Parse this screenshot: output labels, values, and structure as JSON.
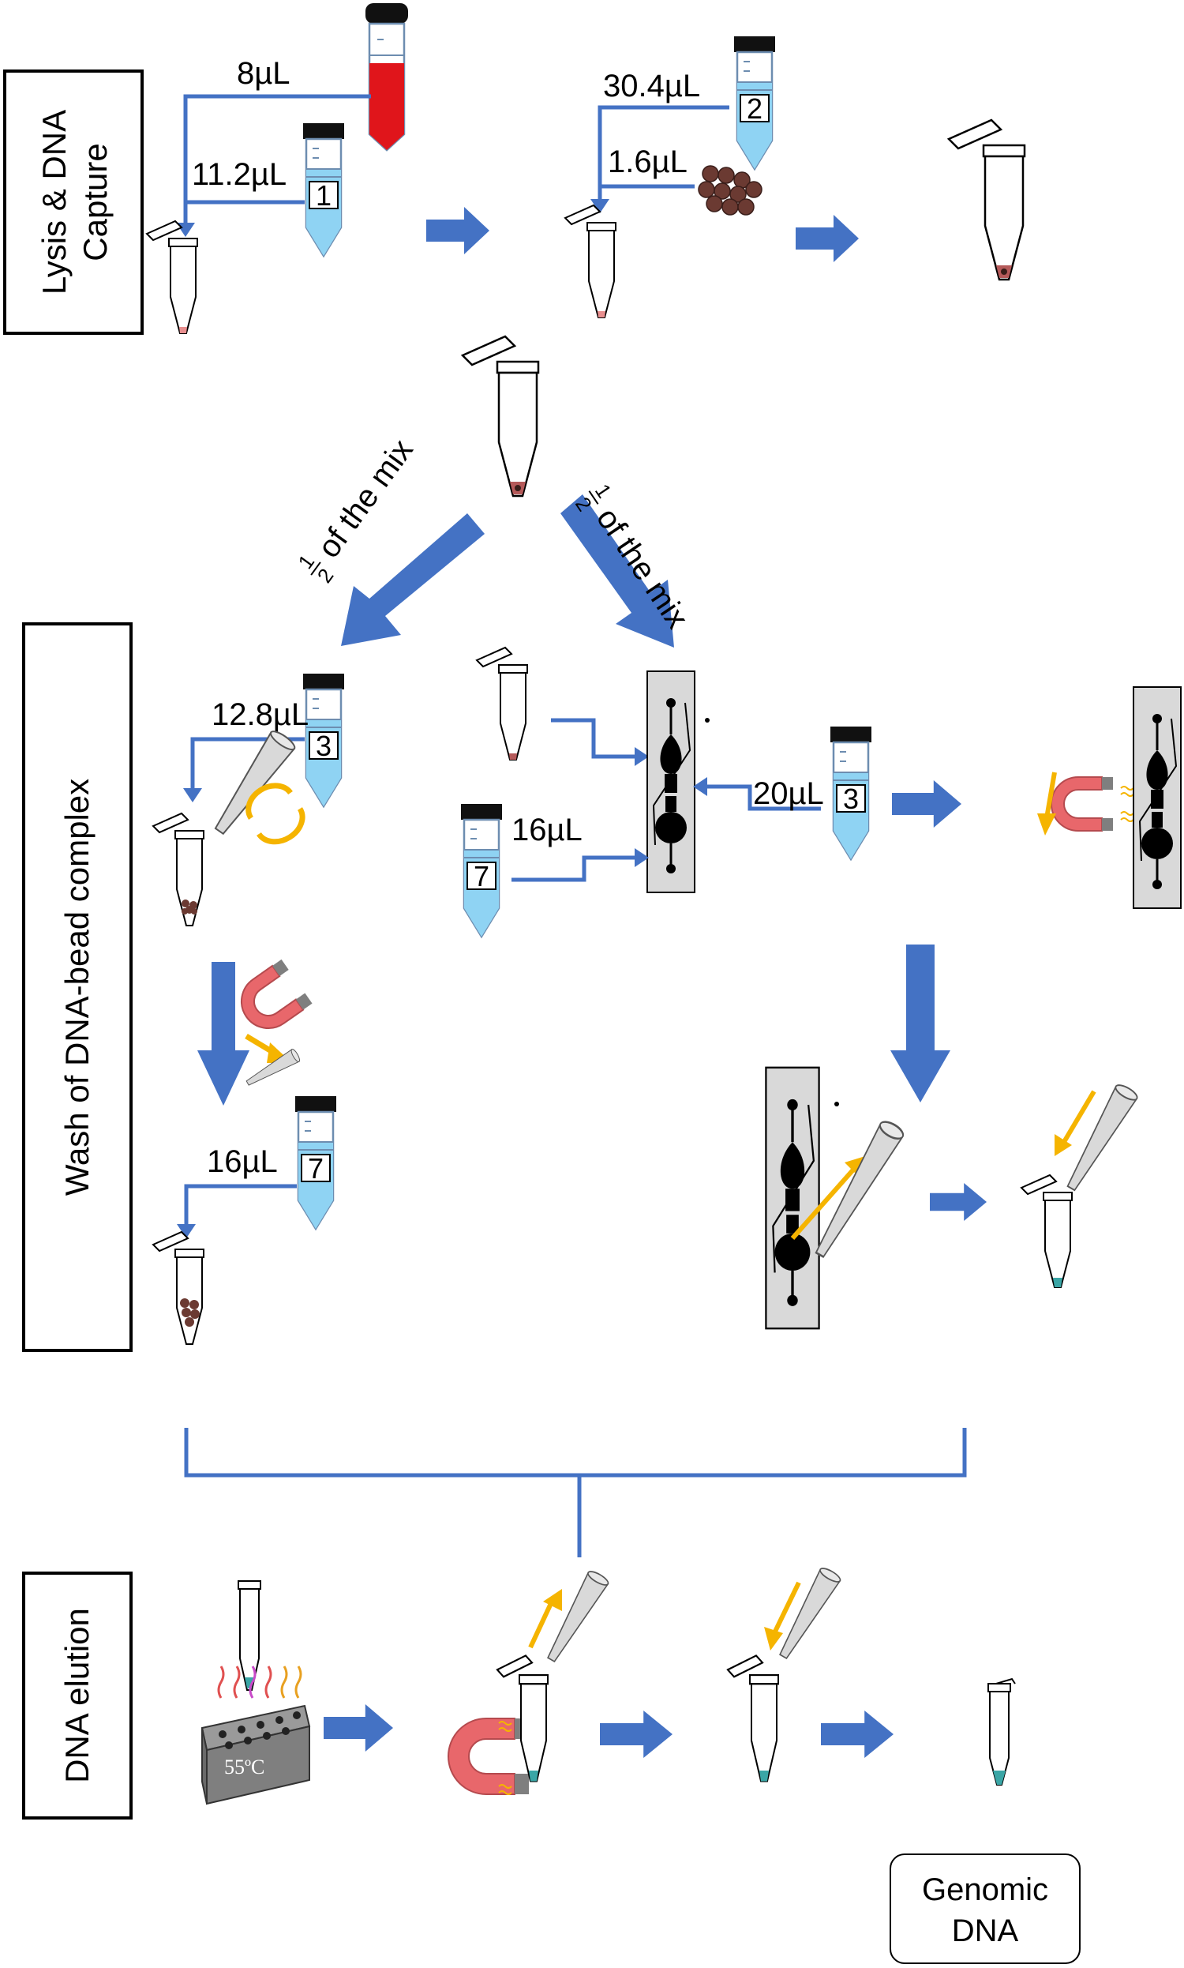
{
  "sections": {
    "lysis": "Lysis & DNA\nCapture",
    "wash": "Wash of DNA-bead complex",
    "elution": "DNA elution"
  },
  "volumes": {
    "blood": "8µL",
    "reagent1": "11.2µL",
    "reagent2": "30.4µL",
    "beads": "1.6µL",
    "wash3_tube": "12.8µL",
    "wash7_tube": "16µL",
    "chip7": "16µL",
    "chip3": "20µL"
  },
  "split": {
    "numerator": "1",
    "denominator": "2",
    "text": "of the mix"
  },
  "tube_numbers": {
    "t1": "1",
    "t2": "2",
    "t3a": "3",
    "t3b": "3",
    "t7a": "7",
    "t7b": "7"
  },
  "heater_temp": "55ºC",
  "output": "Genomic\nDNA",
  "colors": {
    "arrow": "#4472c4",
    "line": "#4472c4",
    "blood": "#e0151b",
    "reagent": "#8fd3f3",
    "bead": "#6b3a32",
    "magnet": "#e8676b",
    "yellow_arrow": "#f5b400",
    "chip": "#d9d9d9",
    "eluate": "#3aa6a6"
  }
}
